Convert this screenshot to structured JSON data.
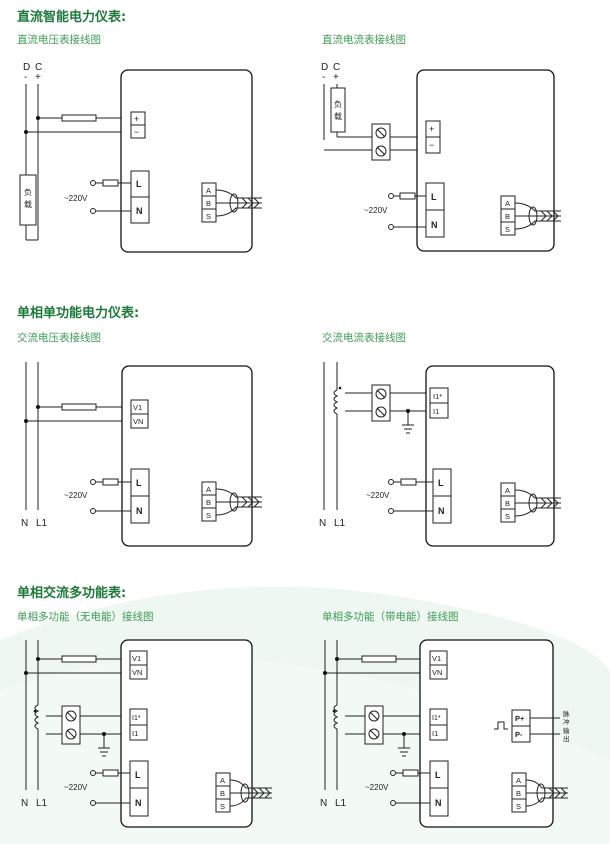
{
  "sections": [
    {
      "title": "直流智能电力仪表:",
      "diagrams": [
        {
          "title": "直流电压表接线图",
          "source_labels": [
            "D",
            "C"
          ],
          "polarity": [
            "-",
            "+"
          ],
          "load_label": [
            "负",
            "载"
          ],
          "input_terminals": [
            "+",
            "−"
          ],
          "power_label": "~220V",
          "power_terminals": [
            "L",
            "N"
          ],
          "comm_terminals": [
            "A",
            "B",
            "S"
          ]
        },
        {
          "title": "直流电流表接线图",
          "source_labels": [
            "D",
            "C"
          ],
          "polarity": [
            "-",
            "+"
          ],
          "load_label": [
            "负",
            "载"
          ],
          "input_terminals": [
            "+",
            "−"
          ],
          "power_label": "~220V",
          "power_terminals": [
            "L",
            "N"
          ],
          "comm_terminals": [
            "A",
            "B",
            "S"
          ]
        }
      ]
    },
    {
      "title": "单相单功能电力仪表:",
      "diagrams": [
        {
          "title": "交流电压表接线图",
          "line_labels": [
            "N",
            "L1"
          ],
          "input_terminals": [
            "V1",
            "VN"
          ],
          "power_label": "~220V",
          "power_terminals": [
            "L",
            "N"
          ],
          "comm_terminals": [
            "A",
            "B",
            "S"
          ]
        },
        {
          "title": "交流电流表接线图",
          "line_labels": [
            "N",
            "L1"
          ],
          "input_terminals": [
            "I1*",
            "I1"
          ],
          "power_label": "~220V",
          "power_terminals": [
            "L",
            "N"
          ],
          "comm_terminals": [
            "A",
            "B",
            "S"
          ]
        }
      ]
    },
    {
      "title": "单相交流多功能表:",
      "diagrams": [
        {
          "title": "单相多功能（无电能）接线图",
          "line_labels": [
            "N",
            "L1"
          ],
          "voltage_terminals": [
            "V1",
            "VN"
          ],
          "current_terminals": [
            "I1*",
            "I1"
          ],
          "power_label": "~220V",
          "power_terminals": [
            "L",
            "N"
          ],
          "comm_terminals": [
            "A",
            "B",
            "S"
          ]
        },
        {
          "title": "单相多功能（带电能）接线图",
          "line_labels": [
            "N",
            "L1"
          ],
          "voltage_terminals": [
            "V1",
            "VN"
          ],
          "current_terminals": [
            "I1*",
            "I1"
          ],
          "pulse_terminals": [
            "P+",
            "P-"
          ],
          "pulse_label": [
            "脉",
            "冲",
            "输",
            "出"
          ],
          "power_label": "~220V",
          "power_terminals": [
            "L",
            "N"
          ],
          "comm_terminals": [
            "A",
            "B",
            "S"
          ]
        }
      ]
    }
  ],
  "colors": {
    "heading": "#1e7a3a",
    "subheading": "#3f9b55",
    "line": "#222222",
    "wave": "#e8f4ec"
  }
}
